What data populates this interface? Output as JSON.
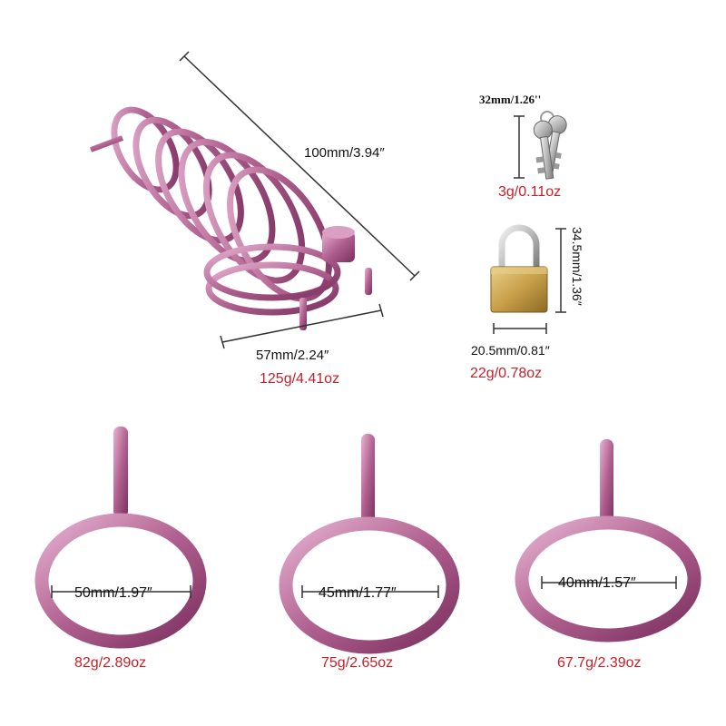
{
  "cage": {
    "length_label": "100mm/3.94″",
    "width_label": "57mm/2.24″",
    "weight_label": "125g/4.41oz"
  },
  "keys": {
    "size_label": "32mm/1.26''",
    "weight_label": "3g/0.11oz"
  },
  "padlock": {
    "height_label": "34.5mm/1.36″",
    "width_label": "20.5mm/0.81″",
    "weight_label": "22g/0.78oz"
  },
  "rings": [
    {
      "diameter_label": "50mm/1.97″",
      "weight_label": "82g/2.89oz"
    },
    {
      "diameter_label": "45mm/1.77″",
      "weight_label": "75g/2.65oz"
    },
    {
      "diameter_label": "40mm/1.57″",
      "weight_label": "67.7g/2.39oz"
    }
  ],
  "colors": {
    "metal": "#b0608f",
    "metal_dark": "#7a2f5e",
    "metal_light": "#e6b3d2",
    "dimension_line": "#333333",
    "weight_text": "#c8202a",
    "brass": "#c9a04a"
  }
}
